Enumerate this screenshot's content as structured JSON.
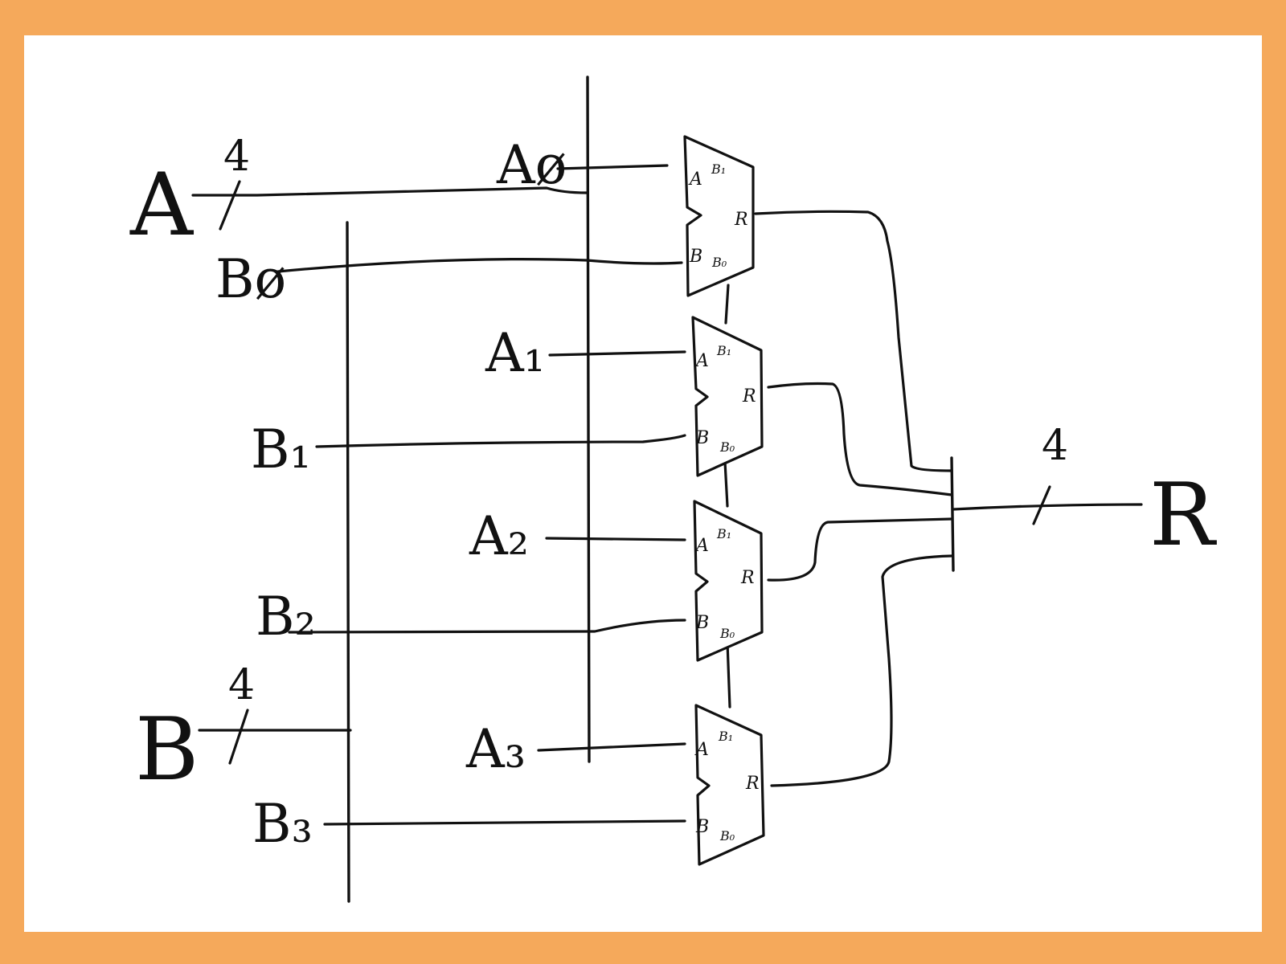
{
  "diagram": {
    "colors": {
      "frame": "#f5a95b",
      "paper": "#ffffff",
      "ink": "#111111"
    },
    "inputs": {
      "A": {
        "name": "A",
        "width": "4"
      },
      "B": {
        "name": "B",
        "width": "4"
      }
    },
    "output": {
      "name": "R",
      "width": "4"
    },
    "a_bits": [
      "Aø",
      "A₁",
      "A₂",
      "A₃"
    ],
    "b_bits": [
      "Bø",
      "B₁",
      "B₂",
      "B₃"
    ],
    "alu_ports": {
      "a": "A",
      "b": "B",
      "r": "R",
      "b1": "B₁",
      "b0": "B₀"
    }
  }
}
